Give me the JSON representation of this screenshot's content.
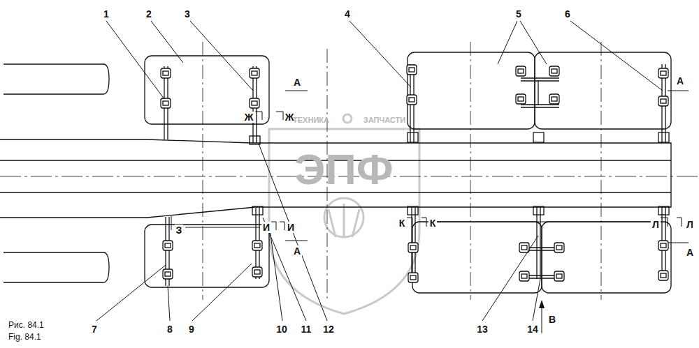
{
  "diagram": {
    "labels": [
      "1",
      "2",
      "3",
      "4",
      "5",
      "6",
      "А",
      "Ж",
      "Ж",
      "А",
      "ТЕХНИКА",
      "ЗАПЧАСТИ",
      "ЭПФ",
      "З",
      "И",
      "И",
      "К",
      "К",
      "Л",
      "Л",
      "А",
      "А",
      "7",
      "8",
      "9",
      "10",
      "11",
      "12",
      "13",
      "14",
      "В",
      "Рис. 84.1",
      "Fig. 84.1"
    ]
  }
}
